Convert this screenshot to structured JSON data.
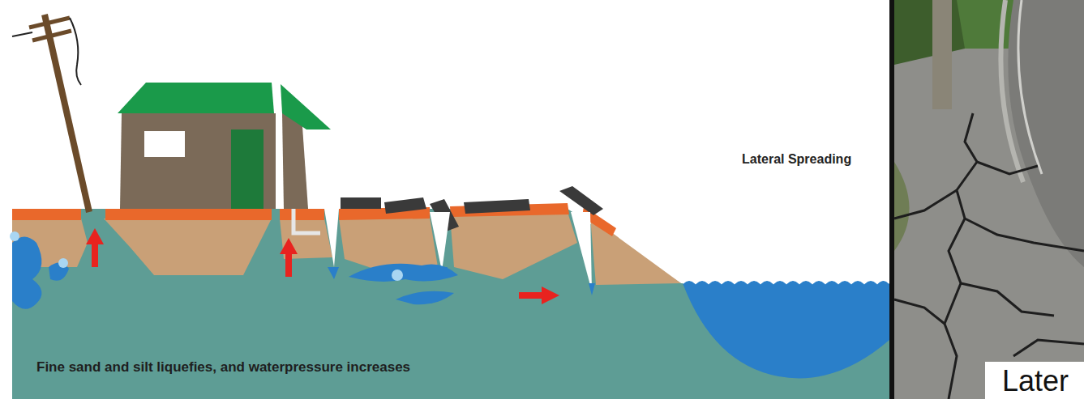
{
  "diagram": {
    "labels": [
      "Lateral Spreading",
      "Fine sand and silt liquefies, and waterpressure increases",
      "Later"
    ]
  }
}
